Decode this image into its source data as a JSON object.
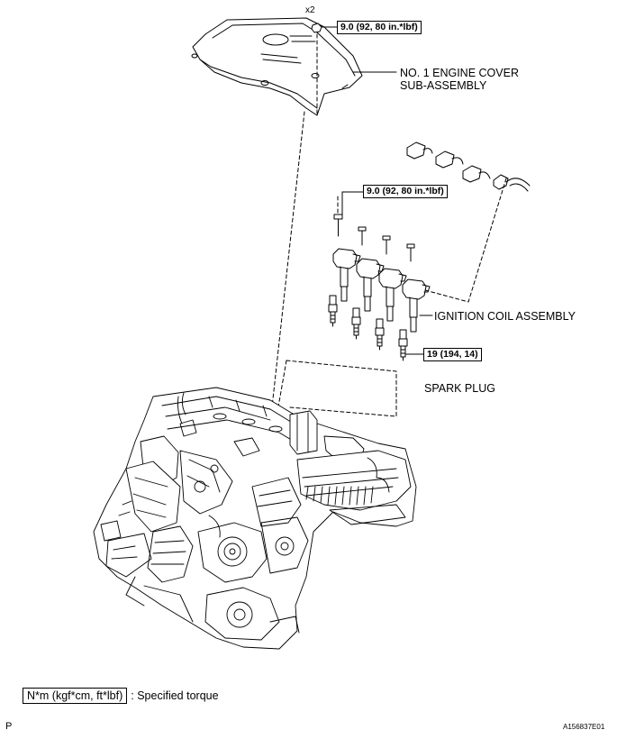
{
  "labels": {
    "engine_cover": [
      "NO. 1 ENGINE COVER",
      "SUB-ASSEMBLY"
    ],
    "ignition_coil": "IGNITION COIL ASSEMBLY",
    "spark_plug": "SPARK PLUG",
    "quantity": "x2"
  },
  "torques": {
    "cover_nut": "9.0 (92, 80 in.*lbf)",
    "coil_bolt": "9.0 (92, 80 in.*lbf)",
    "spark_plug": "19 (194, 14)"
  },
  "legend": {
    "box_text": "N*m (kgf*cm, ft*lbf)",
    "description": ": Specified torque"
  },
  "corner": {
    "left": "P",
    "right": "A156837E01"
  }
}
